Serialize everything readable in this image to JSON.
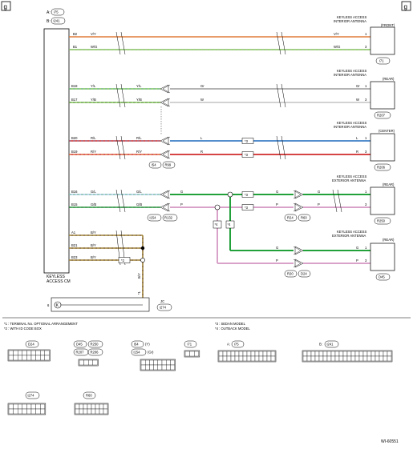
{
  "page": {
    "corner_left": "g",
    "corner_right": "g",
    "figure_id": "WI-60551"
  },
  "colors": {
    "orange": "#e07b39",
    "light_green": "#7ec850",
    "gray": "#9a9a9a",
    "white_wire": "#d8d8d8",
    "red": "#d12a2a",
    "blue": "#3d7ec4",
    "green": "#22a03a",
    "pink": "#d9a3c9",
    "brown": "#7a5a2a",
    "light_blue": "#a8c8e8",
    "yellow": "#e8d040"
  },
  "ecu": {
    "connector_a": "A:",
    "connector_a_id": "i75",
    "connector_b": "B:",
    "connector_b_id": "i241",
    "name_line1": "KEYLESS",
    "name_line2": "ACCESS CM"
  },
  "wires": [
    {
      "pin": "B2",
      "color": "V/Y",
      "end_color": "V/Y",
      "end_pin": "1"
    },
    {
      "pin": "B1",
      "color": "W/G",
      "end_color": "W/G",
      "end_pin": "3"
    },
    {
      "pin": "B18",
      "color": "Y/L",
      "mid_color": "Y/L",
      "far_color": "Gr",
      "end_color": "Gr",
      "end_pin": "1"
    },
    {
      "pin": "B17",
      "color": "Y/B",
      "mid_color": "Y/B",
      "far_color": "W",
      "end_color": "W",
      "end_pin": "3"
    },
    {
      "pin": "B20",
      "color": "R/L",
      "mid_color": "R/L",
      "far_color": "L",
      "end_color": "L",
      "end_pin": "1"
    },
    {
      "pin": "B19",
      "color": "R/Y",
      "mid_color": "R/Y",
      "far_color": "R",
      "end_color": "R",
      "end_pin": "3"
    },
    {
      "pin": "B16",
      "color": "G/L",
      "mid_color": "G/L",
      "far_color": "G",
      "near_color": "G",
      "end_color": "G",
      "end_pin": "1"
    },
    {
      "pin": "B15",
      "color": "G/B",
      "mid_color": "G/B",
      "far_color": "P",
      "near_color": "P",
      "end_color": "P",
      "end_pin": "3"
    },
    {
      "pin": "A1",
      "color": "B/Y"
    },
    {
      "pin": "B21",
      "color": "B/Y"
    },
    {
      "pin": "B23",
      "color": "B/Y"
    }
  ],
  "lower_wires": {
    "g_color": "G",
    "p_color": "P",
    "g_end": "G",
    "p_end": "P",
    "g_pin": "1",
    "p_pin": "3"
  },
  "antennas": [
    {
      "l1": "KEYLESS ACCESS",
      "l2": "INTERIOR ANTENNA",
      "l3": "(FRONT)",
      "conn": "i71"
    },
    {
      "l1": "KEYLESS ACCESS",
      "l2": "INTERIOR ANTENNA",
      "l3": "(REAR)",
      "conn": "R207"
    },
    {
      "l1": "KEYLESS ACCESS",
      "l2": "INTERIOR ANTENNA",
      "l3": "(CENTER)",
      "conn": "R206"
    },
    {
      "l1": "KEYLESS ACCESS",
      "l2": "EXTERIOR ANTENNA",
      "l3": "(REAR)",
      "conn": "R250"
    },
    {
      "l1": "KEYLESS ACCESS",
      "l2": "EXTERIOR ANTENNA",
      "l3": "(REAR)",
      "conn": "D45"
    }
  ],
  "relays": {
    "pair1": [
      "i54",
      "R99"
    ],
    "pair2": [
      "i154",
      "R132"
    ],
    "pair3": [
      "R24",
      "R60"
    ],
    "pair4": [
      "R20",
      "D24"
    ]
  },
  "marks": {
    "m1": "*1",
    "m2": "*2",
    "m3": "*3",
    "m4": "*4"
  },
  "joint": {
    "label": "JC",
    "id": "i274",
    "letter": "K",
    "pin": "6",
    "wire": "B/Y"
  },
  "legend": {
    "l1": "*1 : TERMINAL No. OPTIONAL ARRANGEMENT",
    "l2": "*2 : WITH ID CODE BOX",
    "l3": "*3 : SEDAN MODEL",
    "l4": "*4 : OUTBACK MODEL"
  },
  "connector_views": {
    "c1": "D24",
    "c2a": "D45",
    "c2b": "R250",
    "c2c": "R207",
    "c2d": "R206",
    "c3a": "i54",
    "c3a_note": "(Y)",
    "c3b": "i154",
    "c3b_note": "(Gr)",
    "c4": "i71",
    "c5a": "A:",
    "c5b": "i75",
    "c6a": "B:",
    "c6b": "i241",
    "c7": "i274",
    "c8": "R60"
  }
}
